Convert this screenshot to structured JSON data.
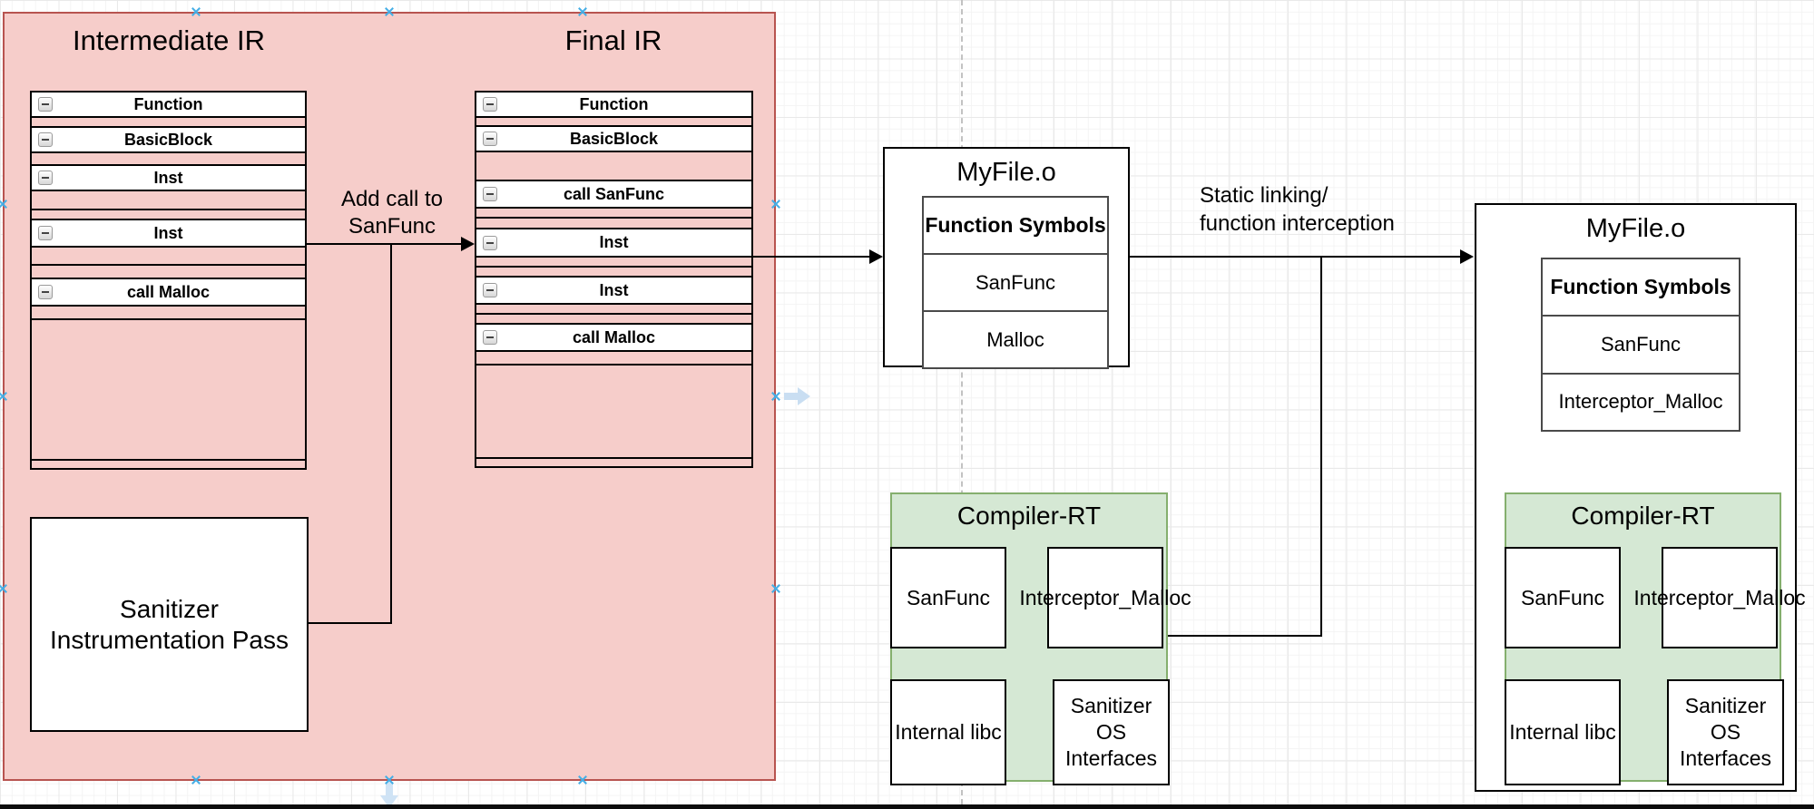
{
  "pink_container": {
    "intermediate_title": "Intermediate IR",
    "final_title": "Final IR",
    "sanitizer_pass_label": "Sanitizer Instrumentation Pass",
    "intermediate_rows": [
      {
        "kind": "item",
        "label": "Function",
        "h": 28
      },
      {
        "kind": "gap",
        "h": 11
      },
      {
        "kind": "item",
        "label": "BasicBlock",
        "h": 28
      },
      {
        "kind": "gap",
        "h": 14
      },
      {
        "kind": "item",
        "label": "Inst",
        "h": 28
      },
      {
        "kind": "gap",
        "h": 21
      },
      {
        "kind": "gap",
        "h": 11
      },
      {
        "kind": "item",
        "label": "Inst",
        "h": 30
      },
      {
        "kind": "gap",
        "h": 20
      },
      {
        "kind": "gap",
        "h": 15
      },
      {
        "kind": "item",
        "label": "call Malloc",
        "h": 30
      },
      {
        "kind": "gap",
        "h": 15
      },
      {
        "kind": "filler"
      },
      {
        "kind": "strip",
        "h": 8
      }
    ],
    "final_rows": [
      {
        "kind": "item",
        "label": "Function",
        "h": 28
      },
      {
        "kind": "gap",
        "h": 10
      },
      {
        "kind": "item",
        "label": "BasicBlock",
        "h": 28
      },
      {
        "kind": "gap",
        "h": 32
      },
      {
        "kind": "item",
        "label": "call SanFunc",
        "h": 30
      },
      {
        "kind": "gap",
        "h": 11
      },
      {
        "kind": "gap",
        "h": 12
      },
      {
        "kind": "item",
        "label": "Inst",
        "h": 31
      },
      {
        "kind": "gap",
        "h": 11
      },
      {
        "kind": "gap",
        "h": 11
      },
      {
        "kind": "item",
        "label": "Inst",
        "h": 30
      },
      {
        "kind": "gap",
        "h": 11
      },
      {
        "kind": "gap",
        "h": 11
      },
      {
        "kind": "item",
        "label": "call Malloc",
        "h": 30
      },
      {
        "kind": "gap",
        "h": 15
      },
      {
        "kind": "filler"
      },
      {
        "kind": "strip",
        "h": 8
      }
    ]
  },
  "edge_labels": {
    "add_call": "Add call to\nSanFunc",
    "static_linking": "Static linking/\nfunction interception"
  },
  "object_files": {
    "mid": {
      "title": "MyFile.o",
      "header": "Function Symbols",
      "rows": [
        "SanFunc",
        "Malloc"
      ]
    },
    "right": {
      "title": "MyFile.o",
      "header": "Function Symbols",
      "rows": [
        "SanFunc",
        "Interceptor_Malloc"
      ]
    }
  },
  "compiler_rt": {
    "mid": {
      "title": "Compiler-RT",
      "cells": [
        "SanFunc",
        "Interceptor_Malloc",
        "Internal libc",
        "Sanitizer OS Interfaces"
      ]
    },
    "right": {
      "title": "Compiler-RT",
      "cells": [
        "SanFunc",
        "Interceptor_Malloc",
        "Internal libc",
        "Sanitizer OS Interfaces"
      ]
    }
  },
  "colors": {
    "pink_fill": "#f6cdca",
    "pink_stroke": "#b85450",
    "green_fill": "#d5e8d4",
    "green_stroke": "#85af6e",
    "connection_point_blue": "#44aee6",
    "hint_arrow_blue": "#c9def2",
    "line_black": "#000000"
  }
}
